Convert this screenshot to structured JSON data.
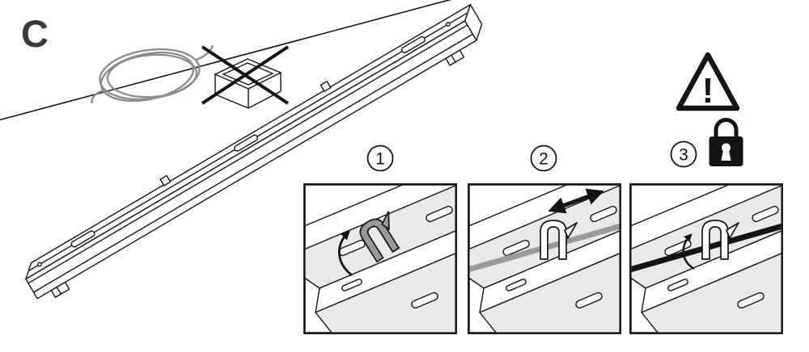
{
  "page": {
    "section_label": "C",
    "background": "#ffffff"
  },
  "warning": {
    "symbol": "!"
  },
  "steps": [
    {
      "number": "1"
    },
    {
      "number": "2"
    },
    {
      "number": "3"
    }
  ],
  "icons": {
    "coil": "coiled-steel-cable",
    "crossed_box": "do-not-use-packaging",
    "warning": "warning-triangle",
    "lock": "padlock"
  },
  "colors": {
    "stroke": "#141414",
    "surface_gray": "#e9e9e9",
    "clip_gray": "#9a9a9a",
    "cable_gray": "#9a9a9a",
    "cable_black": "#141414",
    "coil_gray": "#8a8a8a",
    "background": "#ffffff"
  }
}
